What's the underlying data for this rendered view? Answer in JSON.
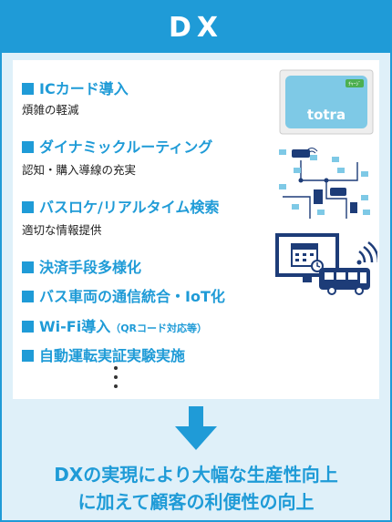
{
  "header": {
    "title": "DX"
  },
  "items": [
    {
      "title": "ICカード導入",
      "sub": "煩雑の軽減"
    },
    {
      "title": "ダイナミックルーティング",
      "sub": "認知・購入導線の充実"
    },
    {
      "title": "バスロケ/リアルタイム検索",
      "sub": "適切な情報提供"
    },
    {
      "title": "決済手段多様化"
    },
    {
      "title": "バス車両の通信統合・IoT化"
    },
    {
      "title": "Wi-Fi導入",
      "note": "（QRコード対応等）"
    },
    {
      "title": "自動運転実証実験実施"
    }
  ],
  "card": {
    "brand": "totra",
    "tag": "ﾁｬｰｼﾞ"
  },
  "conclusion": {
    "line1": "DXの実現により大幅な生産性向上",
    "line2": "に加えて顧客の利便性の向上"
  },
  "colors": {
    "accent": "#1f9bd7",
    "background": "#dff0f9",
    "navy": "#1d3c78"
  },
  "icons": [
    "ic-card-icon",
    "route-map-icon",
    "bus-schedule-icon",
    "down-arrow-icon"
  ]
}
